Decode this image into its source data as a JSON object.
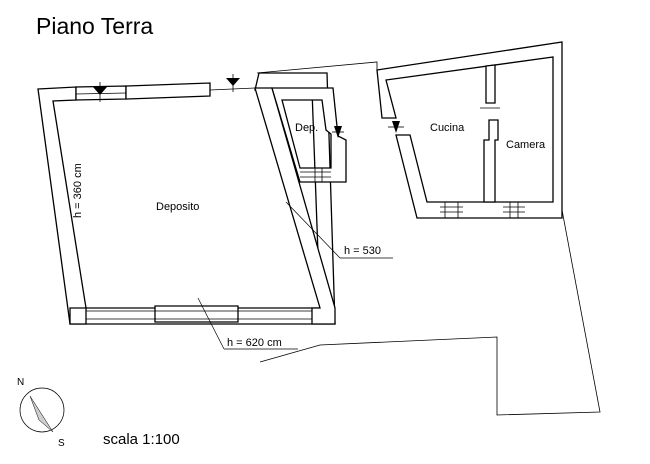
{
  "title": "Piano Terra",
  "scale_text": "scala 1:100",
  "compass": {
    "north": "N",
    "south": "S"
  },
  "rooms": {
    "deposito": "Deposito",
    "dep": "Dep.",
    "cucina": "Cucina",
    "camera": "Camera"
  },
  "dimensions": {
    "height_left": "h = 360 cm",
    "height_diag": "h = 530",
    "height_bottom": "h = 620 cm"
  }
}
